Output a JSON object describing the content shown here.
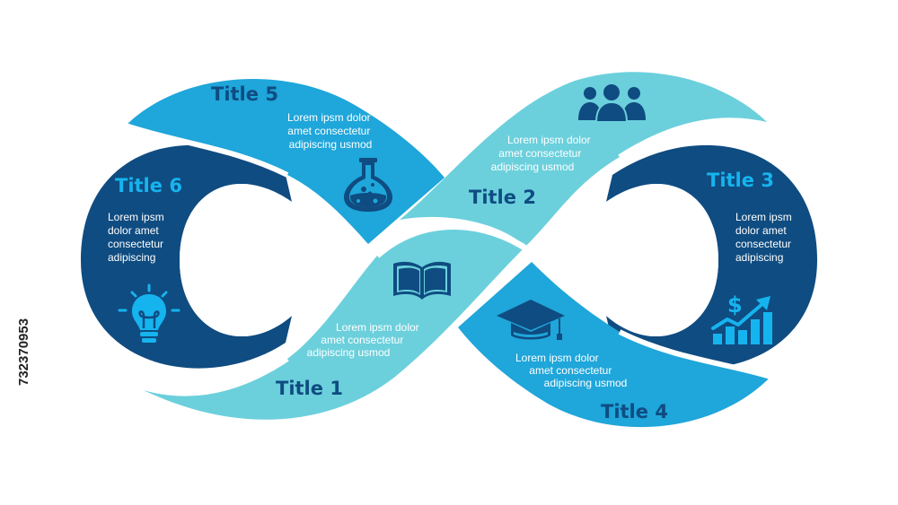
{
  "palette": {
    "dark": "#0f4c81",
    "medium": "#1fa6da",
    "light": "#6bd0dc",
    "title_dark": "#0f4c81",
    "title_bright": "#16b4ef",
    "text_white": "#ffffff"
  },
  "segments": [
    {
      "id": "1",
      "title": "Title 1",
      "lines": [
        "Lorem ipsm dolor",
        "amet consectetur",
        "adipiscing  usmod"
      ],
      "icon": "open-book-icon"
    },
    {
      "id": "2",
      "title": "Title 2",
      "lines": [
        "Lorem ipsm dolor",
        "amet consectetur",
        "adipiscing  usmod"
      ],
      "icon": "people-group-icon"
    },
    {
      "id": "3",
      "title": "Title 3",
      "lines": [
        "Lorem ipsm",
        "dolor amet",
        "consectetur",
        "adipiscing"
      ],
      "icon": "growth-chart-dollar-icon"
    },
    {
      "id": "4",
      "title": "Title 4",
      "lines": [
        "Lorem ipsm dolor",
        "amet consectetur",
        "adipiscing  usmod"
      ],
      "icon": "graduation-cap-icon"
    },
    {
      "id": "5",
      "title": "Title 5",
      "lines": [
        "Lorem ipsm dolor",
        "amet consectetur",
        "adipiscing  usmod"
      ],
      "icon": "flask-icon"
    },
    {
      "id": "6",
      "title": "Title 6",
      "lines": [
        "Lorem ipsm",
        "dolor amet",
        "consectetur",
        "adipiscing"
      ],
      "icon": "lightbulb-icon"
    }
  ],
  "stock_id": "732370953"
}
